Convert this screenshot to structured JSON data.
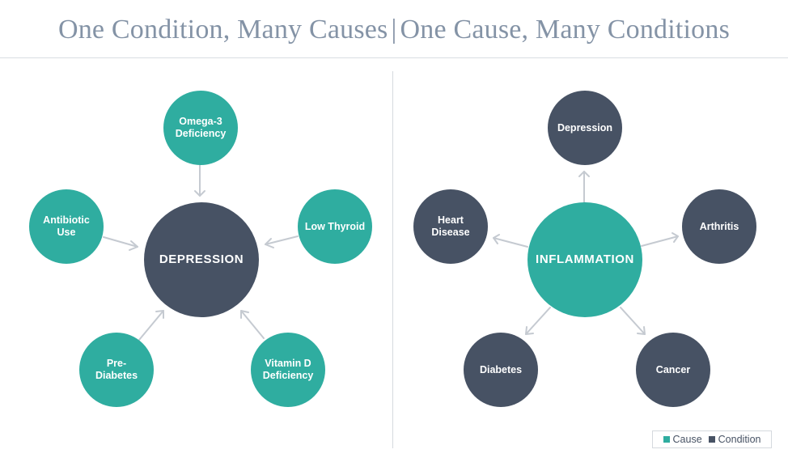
{
  "title": {
    "left": "One Condition, Many Causes",
    "separator": "|",
    "right": "One Cause, Many Conditions"
  },
  "colors": {
    "cause": "#2fada0",
    "condition": "#475264",
    "arrow": "#c5cad1",
    "title": "#8493a6"
  },
  "left_diagram": {
    "center": "DEPRESSION",
    "causes": [
      "Omega-3 Deficiency",
      "Antibiotic Use",
      "Low Thyroid",
      "Pre-Diabetes",
      "Vitamin D Deficiency"
    ]
  },
  "right_diagram": {
    "center": "INFLAMMATION",
    "conditions": [
      "Depression",
      "Heart Disease",
      "Arthritis",
      "Diabetes",
      "Cancer"
    ]
  },
  "legend": {
    "cause": "Cause",
    "condition": "Condition"
  }
}
